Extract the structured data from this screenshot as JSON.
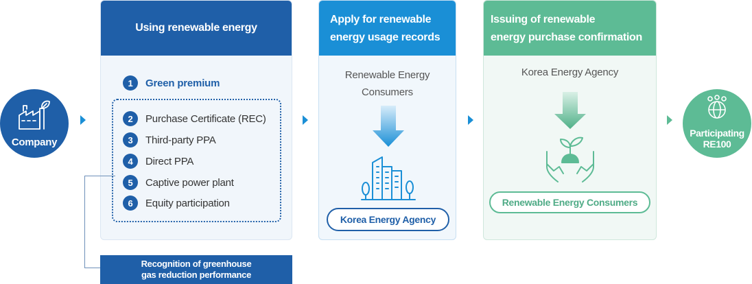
{
  "company": {
    "label": "Company",
    "icon": "factory-icon"
  },
  "stage1": {
    "title": "Using renewable energy",
    "items": [
      {
        "num": "1",
        "label": "Green premium"
      },
      {
        "num": "2",
        "label": "Purchase Certificate (REC)"
      },
      {
        "num": "3",
        "label": "Third-party PPA"
      },
      {
        "num": "4",
        "label": "Direct PPA"
      },
      {
        "num": "5",
        "label": "Captive power plant"
      },
      {
        "num": "6",
        "label": "Equity participation"
      }
    ],
    "note_line1": "Recognition of greenhouse",
    "note_line2": "gas reduction performance"
  },
  "stage2": {
    "title_line1": "Apply for renewable",
    "title_line2": "energy usage records",
    "sub_line1": "Renewable Energy",
    "sub_line2": "Consumers",
    "icon": "buildings-icon",
    "pill": "Korea Energy Agency"
  },
  "stage3": {
    "title_line1": "Issuing of renewable",
    "title_line2": "energy purchase confirmation",
    "sub": "Korea Energy Agency",
    "icon": "plant-in-hands-icon",
    "pill": "Renewable Energy Consumers"
  },
  "result": {
    "label_line1": "Participating",
    "label_line2": "RE100",
    "icon": "people-globe-icon"
  },
  "colors": {
    "navy": "#1f5fa8",
    "blue": "#1a8fd6",
    "green": "#5dbb95"
  }
}
